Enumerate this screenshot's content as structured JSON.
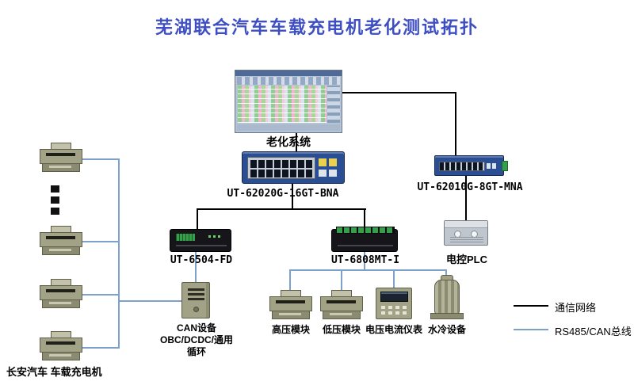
{
  "title": "芜湖联合汽车车载充电机老化测试拓扑",
  "nodes": {
    "aging_system": {
      "label": "老化系统"
    },
    "switch_16gt": {
      "label": "UT-62020G-16GT-BNA"
    },
    "switch_8gt": {
      "label": "UT-62010G-8GT-MNA"
    },
    "ut6504": {
      "label": "UT-6504-FD"
    },
    "ut6808": {
      "label": "UT-6808MT-I"
    },
    "plc": {
      "label": "电控PLC"
    },
    "can_device": {
      "label_line1": "CAN设备",
      "label_line2": "OBC/DCDC/通用",
      "label_line3": "循环"
    },
    "chargers": {
      "label": "长安汽车 车载充电机",
      "visible_count": 4
    },
    "hv_module": {
      "label": "高压模块"
    },
    "lv_module": {
      "label": "低压模块"
    },
    "meter": {
      "label": "电压电流仪表"
    },
    "cooling": {
      "label": "水冷设备"
    }
  },
  "legend": {
    "comm_network": "通信网络",
    "rs485_can": "RS485/CAN总线"
  },
  "colors": {
    "title_color": "#3d4fc3",
    "comm_line_color": "#000000",
    "bus_line_color": "#7da0cc"
  }
}
